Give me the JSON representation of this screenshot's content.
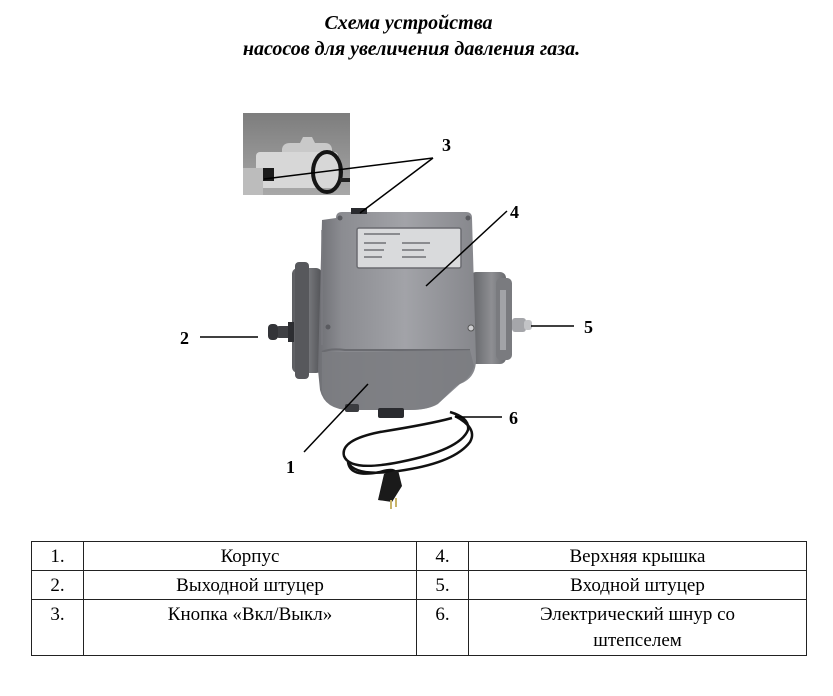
{
  "title": {
    "line1": "Схема устройства",
    "line2": "насосов для увеличения давления газа."
  },
  "figure": {
    "description": "Photo of gas pressure booster pump with numbered callouts",
    "callouts": [
      {
        "id": "1",
        "label": "1"
      },
      {
        "id": "2",
        "label": "2"
      },
      {
        "id": "3",
        "label": "3"
      },
      {
        "id": "4",
        "label": "4"
      },
      {
        "id": "5",
        "label": "5"
      },
      {
        "id": "6",
        "label": "6"
      }
    ],
    "colors": {
      "body": "#8e8e93",
      "body_dark": "#5d5e63",
      "flange": "#6f7075",
      "cord": "#111111",
      "plate": "#d9dadc"
    }
  },
  "legend": {
    "rows": [
      {
        "left_num": "1.",
        "left_text": "Корпус",
        "right_num": "4.",
        "right_text": "Верхняя крышка"
      },
      {
        "left_num": "2.",
        "left_text": "Выходной штуцер",
        "right_num": "5.",
        "right_text": "Входной штуцер"
      },
      {
        "left_num": "3.",
        "left_text": "Кнопка «Вкл/Выкл»",
        "right_num": "6.",
        "right_text": "Электрический шнур со штепселем"
      }
    ]
  }
}
